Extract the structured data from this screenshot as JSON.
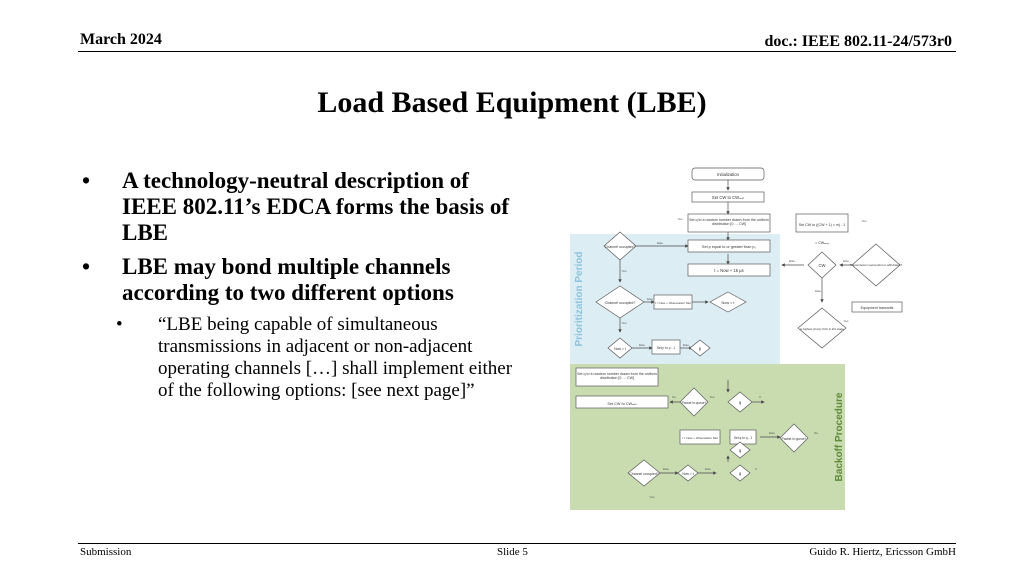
{
  "header": {
    "date": "March 2024",
    "doc": "doc.: IEEE 802.11-24/573r0"
  },
  "title": "Load Based Equipment (LBE)",
  "bullets": [
    {
      "text": "A technology-neutral description of IEEE 802.11’s EDCA forms the basis of LBE"
    },
    {
      "text": "LBE may bond multiple channels according to two different options"
    }
  ],
  "sub_bullets": [
    {
      "text": "“LBE being capable of simultaneous transmissions in adjacent or non-adjacent operating channels […] shall implement either of the following options: [see next page]”"
    }
  ],
  "footer": {
    "left": "Submission",
    "center": "Slide 5",
    "right": "Guido R. Hiertz, Ericsson GmbH"
  },
  "flowchart": {
    "prioritization_label": "Prioritization Period",
    "backoff_label": "Backoff Procedure",
    "colors": {
      "prioritization": "#dcedf4",
      "backoff": "#c8dcb0",
      "prio_text": "#8fc3dc",
      "backoff_text": "#5f8a3a"
    },
    "nodes": {
      "init": "Initialization",
      "set_cw": "Set CW to CWₘᵢₙ",
      "set_q": "Set q to a random number drawn from the uniform distribution [0 … CW]",
      "set_cw2": "Set CW to ((CW + 1) × m) - 1",
      "channel1": "Channel occupied?",
      "set_p": "Set p equal to or greater than p₀",
      "t_now": "t = Now + 16 µs",
      "cw_max": "= CWₘₐₓ",
      "cw": "CW",
      "transmission": "Transmission successful or withdrawn?",
      "channel2": "Channel occupied?",
      "t_obs": "t = Now + Observation Slot",
      "now_t": "Now > t",
      "equip": "Equipment transmits",
      "now_t2": "Now > t",
      "set_pp": "Set p to p - 1",
      "p": "p",
      "highest": "Is highest priority CAC in this stage",
      "set_q2": "Set q to a random number drawn from the uniform distribution [0 … CW]",
      "set_cw3": "Set CW to CWₘᵢₙ",
      "packet1": "Packet in queue?",
      "q1": "q",
      "t_obs2": "t = Now + Observation Slot",
      "set_qq": "Set q to q - 1",
      "packet2": "Packet in queue?",
      "q2": "q",
      "channel3": "Channel occupied?",
      "now_t3": "Now > t",
      "q3": "q"
    },
    "edges": {
      "yes": "Yes",
      "no": "No",
      "else": "Else",
      "zero": "0"
    }
  }
}
